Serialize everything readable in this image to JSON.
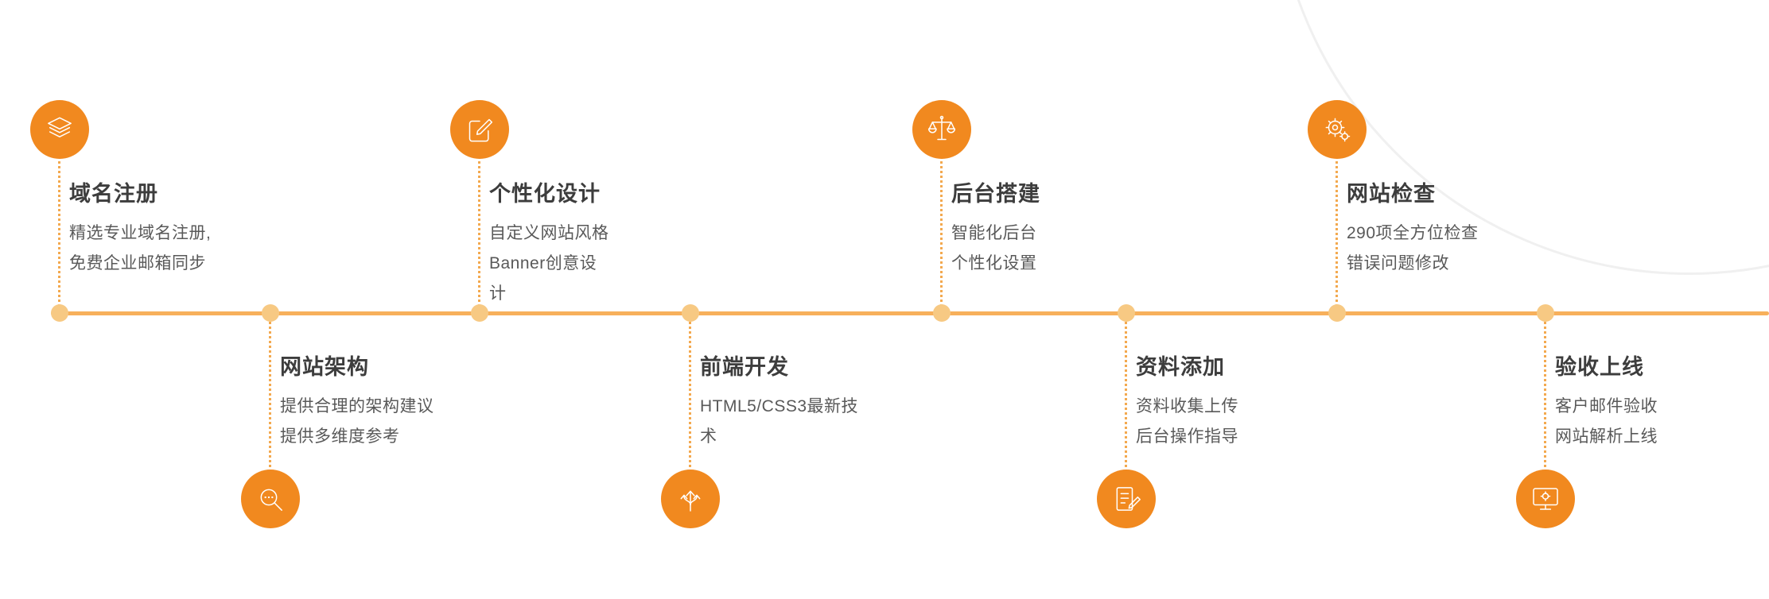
{
  "colors": {
    "accent_orange": "#F1891F",
    "timeline_line": "#F7B05B",
    "timeline_dot": "#F7C983",
    "connector_dotted": "#F3A94F",
    "title_text": "#3D3D3D",
    "desc_text": "#595959",
    "decor_ring": "#F0F0F0",
    "background": "#FFFFFF"
  },
  "steps": [
    {
      "title": "域名注册",
      "desc": [
        "精选专业域名注册,",
        "免费企业邮箱同步"
      ],
      "position": "top",
      "icon": "layers-icon"
    },
    {
      "title": "网站架构",
      "desc": [
        "提供合理的架构建议",
        "提供多维度参考"
      ],
      "position": "bottom",
      "icon": "magnifier-icon"
    },
    {
      "title": "个性化设计",
      "desc": [
        "自定义网站风格",
        "Banner创意设",
        "计"
      ],
      "position": "top",
      "icon": "edit-compose-icon"
    },
    {
      "title": "前端开发",
      "desc": [
        "HTML5/CSS3最新技",
        "术"
      ],
      "position": "bottom",
      "icon": "branch-arrows-icon"
    },
    {
      "title": "后台搭建",
      "desc": [
        "智能化后台",
        "个性化设置"
      ],
      "position": "top",
      "icon": "balance-scale-icon"
    },
    {
      "title": "资料添加",
      "desc": [
        "资料收集上传",
        "后台操作指导"
      ],
      "position": "bottom",
      "icon": "document-edit-icon"
    },
    {
      "title": "网站检查",
      "desc": [
        "290项全方位检查",
        "错误问题修改"
      ],
      "position": "top",
      "icon": "gears-icon"
    },
    {
      "title": "验收上线",
      "desc": [
        "客户邮件验收",
        "网站解析上线"
      ],
      "position": "bottom",
      "icon": "monitor-gear-icon"
    }
  ]
}
